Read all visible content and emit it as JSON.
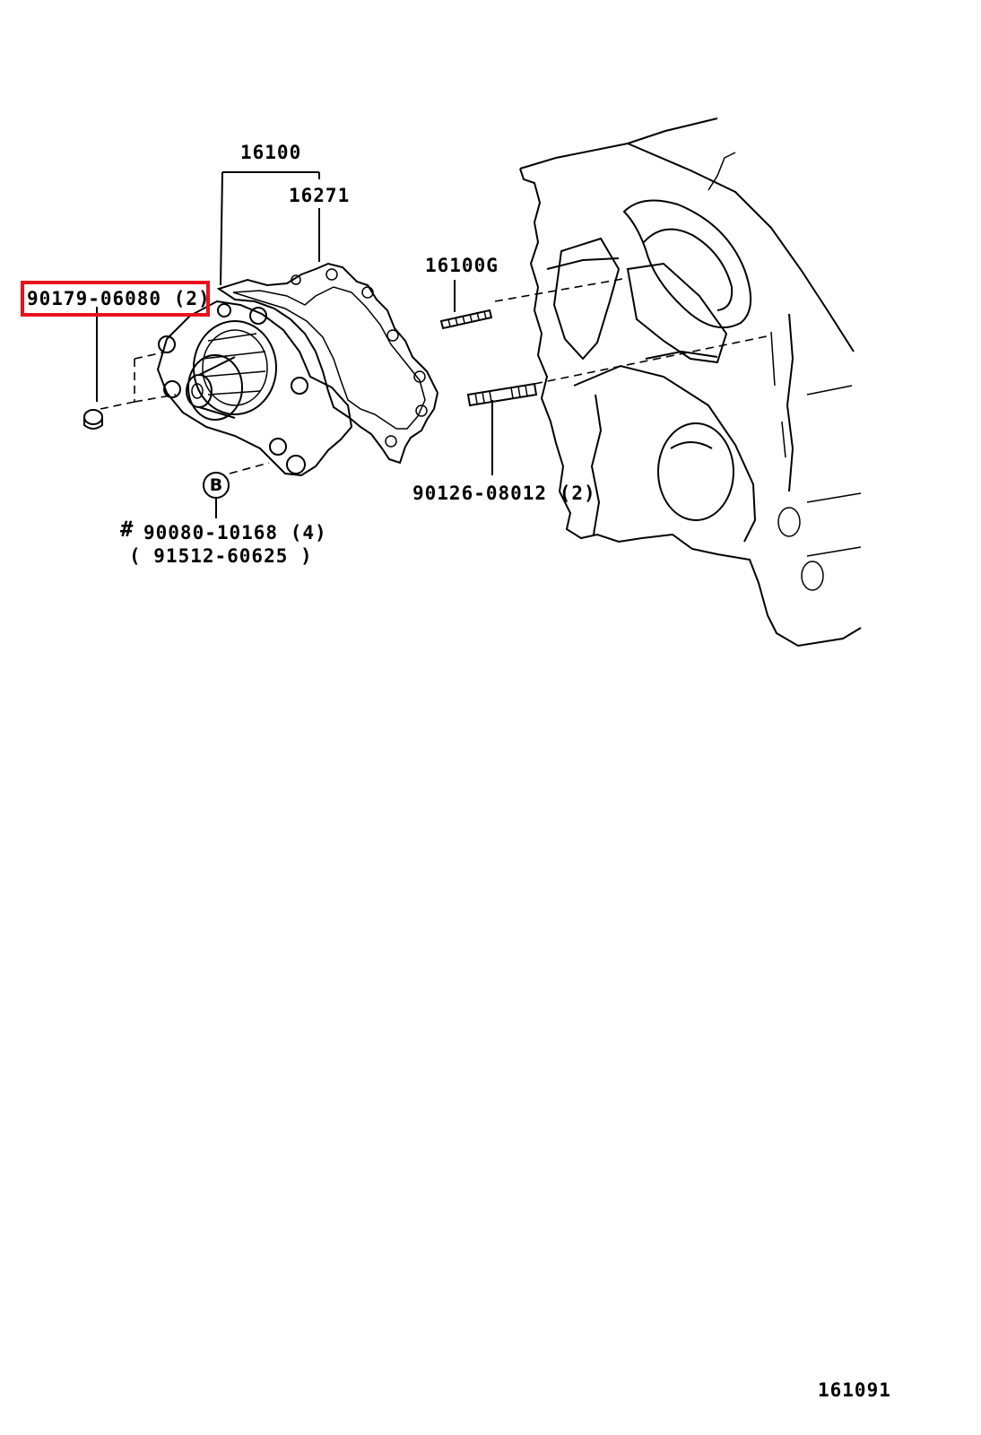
{
  "callouts": {
    "water_pump_assy": "16100",
    "gasket": "16271",
    "stud_bolt_top": "16100G",
    "highlighted_part": "90179-06080 (2)",
    "stud_bolt_lower": "90126-08012 (2)",
    "bolt_marker": "B",
    "hash_mark": "#",
    "bolt_part": "90080-10168 (4)",
    "bolt_alt_part": "( 91512-60625 )"
  },
  "illustration_number": "161091",
  "colors": {
    "highlight": "#e8121c",
    "ink": "#000000",
    "background": "#ffffff"
  }
}
